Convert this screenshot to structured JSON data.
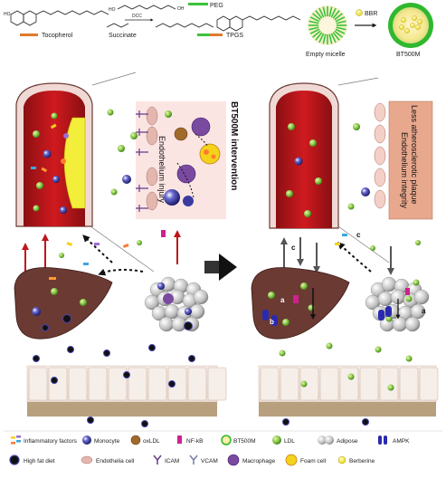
{
  "top": {
    "labels": {
      "peg": "PEG",
      "tocopherol": "Tocopherol",
      "succinate": "Succinate",
      "tpgs": "TPGS",
      "dcc": "DCC",
      "empty_micelle": "Empty micelle",
      "bbr": "BBR",
      "bt500m": "BT500M"
    }
  },
  "left": {
    "endothelium_injury": "Endothelium injury"
  },
  "right": {
    "less_plaque": "Less atherosclerotic plaque",
    "endothelium_integrity": "Endothelium integrity",
    "marks": [
      "c",
      "c",
      "a",
      "a",
      "b"
    ]
  },
  "middle": {
    "intervention": "BT500M intervention"
  },
  "legend": {
    "row1": [
      "Inflammatory factors",
      "Monocyte",
      "oxLDL",
      "NF-kB",
      "BT500M",
      "LDL",
      "Adipose",
      "AMPK"
    ],
    "row2": [
      "High fat diet",
      "Endothelia cell",
      "ICAM",
      "VCAM",
      "Macrophage",
      "Foam cell",
      "Berberine"
    ]
  },
  "colors": {
    "vessel_red": "#c0151b",
    "vessel_wall": "#f0d9d5",
    "plaque_yellow": "#f2ee3a",
    "liver_brown": "#6b3a33",
    "adipose_gray": "#c9c9c9",
    "monocyte_blue": "#1f1f7a",
    "ldl_green": "#6fbf3a",
    "gut_tan": "#b8a07e"
  }
}
